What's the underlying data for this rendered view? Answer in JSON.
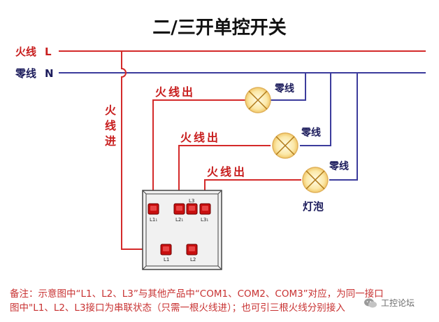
{
  "title": "二/三开单控开关",
  "live_line": {
    "label": "火线",
    "letter": "L"
  },
  "neutral_line": {
    "label": "零线",
    "letter": "N"
  },
  "live_in_label": [
    "火",
    "线",
    "进"
  ],
  "live_out_label": "火线出",
  "neutral_branch_label": "零线",
  "lamp_label": "灯泡",
  "switch_terminals": {
    "top_label": "L3",
    "outputs": [
      "L1₁",
      "L2₁",
      "L3₁"
    ],
    "inputs": [
      "L1",
      "L2"
    ]
  },
  "note_lines": [
    "备注：示意图中“L1、L2、L3”与其他产品中“COM1、COM2、COM3”对应，为同一接口",
    "图中\"L1、L2、L3接口为串联状态（只需一根火线进）；也可引三根火线分别接入"
  ],
  "watermark": "工控论坛",
  "colors": {
    "live": "#d42a2a",
    "neutral": "#3c3c9c",
    "label_red": "#c81e1e",
    "dark": "#222222",
    "terminal": "#c80f0f",
    "lamp_glow": "#f7e3a0",
    "lamp_center": "#fffbe6"
  }
}
